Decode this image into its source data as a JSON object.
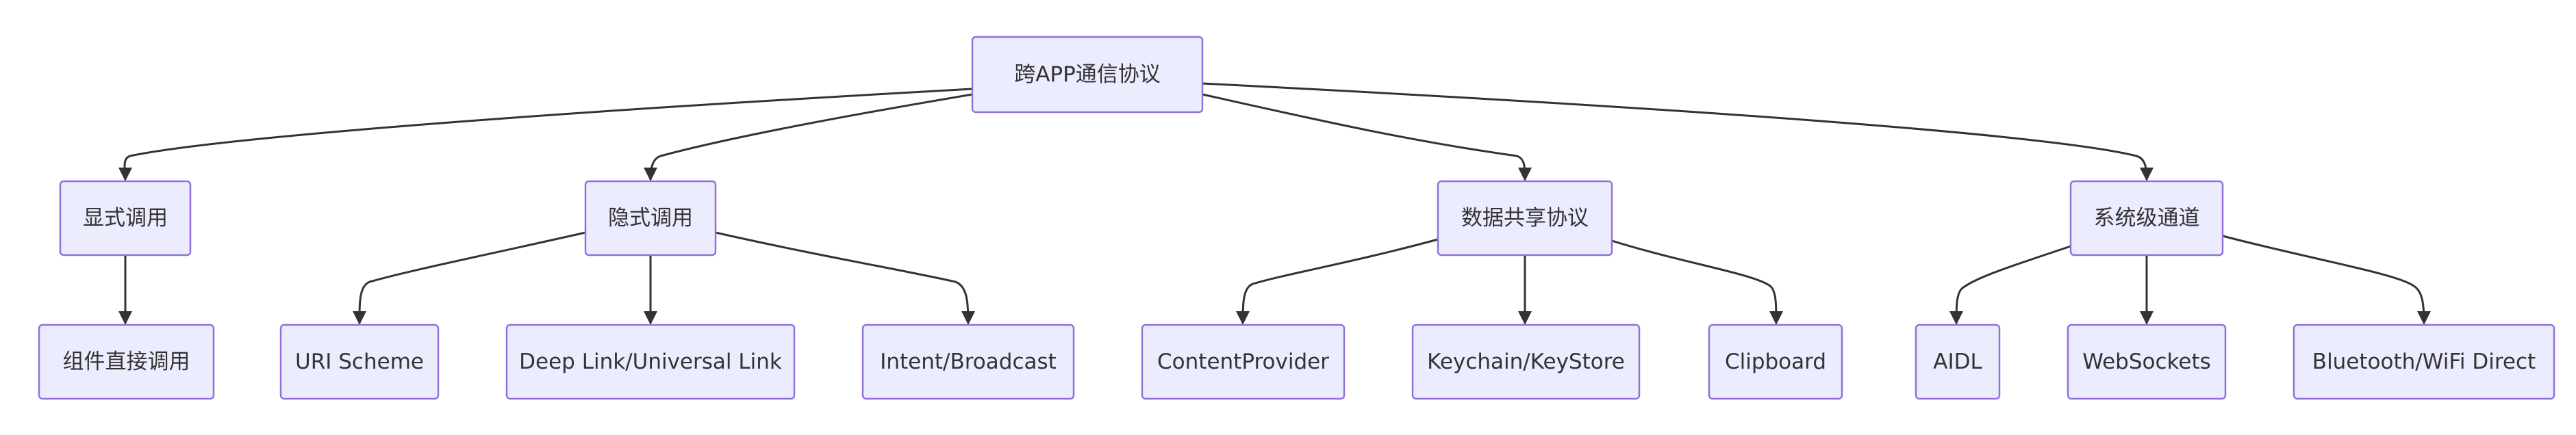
{
  "diagram": {
    "type": "flowchart-tree",
    "colors": {
      "node_fill": "#ECECFF",
      "node_border": "#9370DB",
      "edge": "#333333",
      "text": "#333333",
      "background": "#ffffff"
    },
    "nodes": {
      "root": "跨APP通信协议",
      "explicit": "显式调用",
      "implicit": "隐式调用",
      "data_sharing": "数据共享协议",
      "system_channel": "系统级通道",
      "component_direct": "组件直接调用",
      "uri_scheme": "URI Scheme",
      "deep_link": "Deep Link/Universal Link",
      "intent_broadcast": "Intent/Broadcast",
      "content_provider": "ContentProvider",
      "keychain": "Keychain/KeyStore",
      "clipboard": "Clipboard",
      "aidl": "AIDL",
      "websockets": "WebSockets",
      "bt_wifi": "Bluetooth/WiFi Direct"
    },
    "edges": [
      [
        "root",
        "explicit"
      ],
      [
        "root",
        "implicit"
      ],
      [
        "root",
        "data_sharing"
      ],
      [
        "root",
        "system_channel"
      ],
      [
        "explicit",
        "component_direct"
      ],
      [
        "implicit",
        "uri_scheme"
      ],
      [
        "implicit",
        "deep_link"
      ],
      [
        "implicit",
        "intent_broadcast"
      ],
      [
        "data_sharing",
        "content_provider"
      ],
      [
        "data_sharing",
        "keychain"
      ],
      [
        "data_sharing",
        "clipboard"
      ],
      [
        "system_channel",
        "aidl"
      ],
      [
        "system_channel",
        "websockets"
      ],
      [
        "system_channel",
        "bt_wifi"
      ]
    ]
  }
}
